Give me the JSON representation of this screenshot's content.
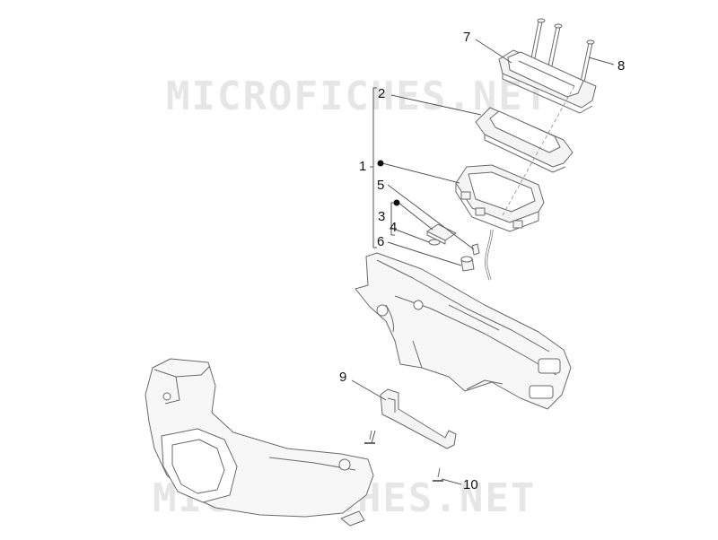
{
  "watermark": {
    "top_text": "MICROFICHES.NET",
    "bottom_text": "MICROFICHES.NET"
  },
  "callouts": [
    {
      "id": "1",
      "label": "1"
    },
    {
      "id": "2",
      "label": "2"
    },
    {
      "id": "3",
      "label": "3"
    },
    {
      "id": "4",
      "label": "4"
    },
    {
      "id": "5",
      "label": "5"
    },
    {
      "id": "6",
      "label": "6"
    },
    {
      "id": "7",
      "label": "7"
    },
    {
      "id": "8",
      "label": "8"
    },
    {
      "id": "9",
      "label": "9"
    },
    {
      "id": "10",
      "label": "10"
    }
  ],
  "colors": {
    "line": "#555555",
    "part_fill": "#f4f4f4",
    "part_stroke": "#6a6a6a",
    "watermark": "#e6e6e6"
  }
}
